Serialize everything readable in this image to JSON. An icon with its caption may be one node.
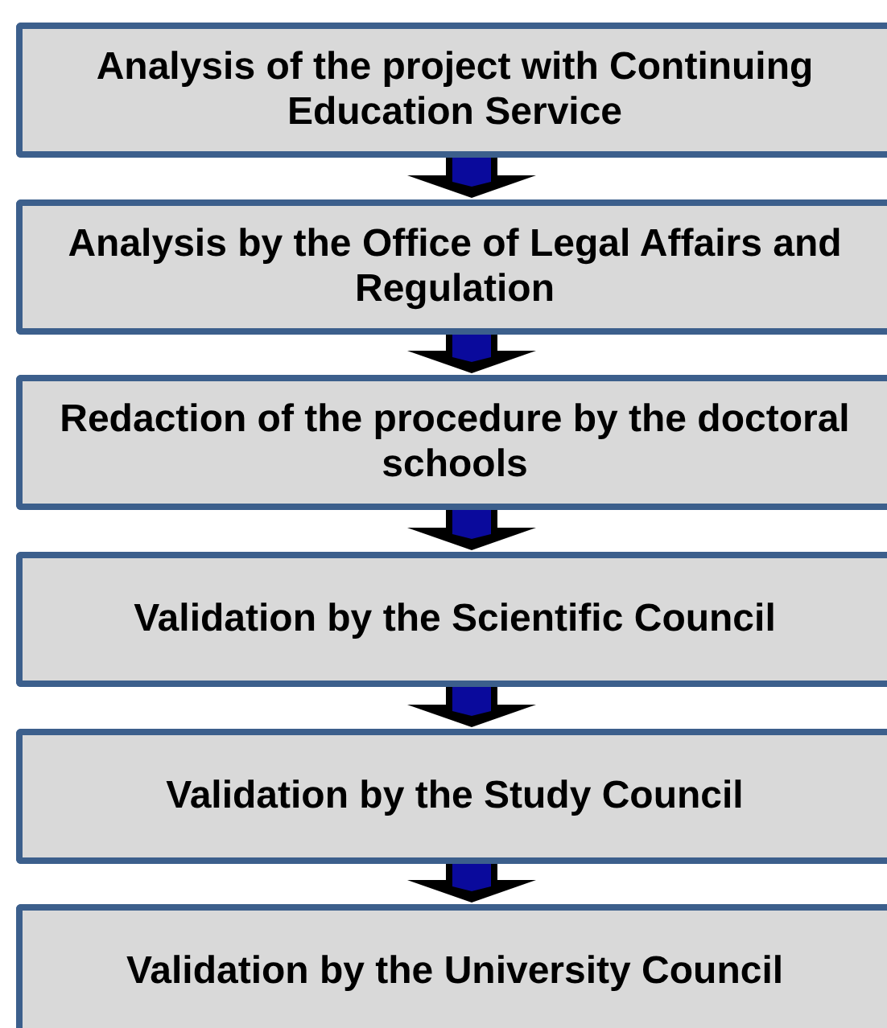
{
  "diagram": {
    "nodes": [
      {
        "text": [
          "Analysis of the project with Continuing Education Service"
        ]
      },
      {
        "text": [
          "Analysis by the Office of Legal Affairs and Regulation"
        ]
      },
      {
        "text": [
          "Redaction of the procedure by the doctoral schools"
        ]
      },
      {
        "text": [
          "Validation by the Scientific Council"
        ]
      },
      {
        "text": [
          "Validation by the Study Council"
        ]
      },
      {
        "text": [
          "Validation by the University Council"
        ]
      }
    ],
    "edges": [
      {
        "from": 0,
        "to": 1,
        "arrow": "to"
      },
      {
        "from": 1,
        "to": 2,
        "arrow": "to"
      },
      {
        "from": 2,
        "to": 3,
        "arrow": "to"
      },
      {
        "from": 3,
        "to": 4,
        "arrow": "to"
      },
      {
        "from": 4,
        "to": 5,
        "arrow": "to"
      }
    ]
  }
}
